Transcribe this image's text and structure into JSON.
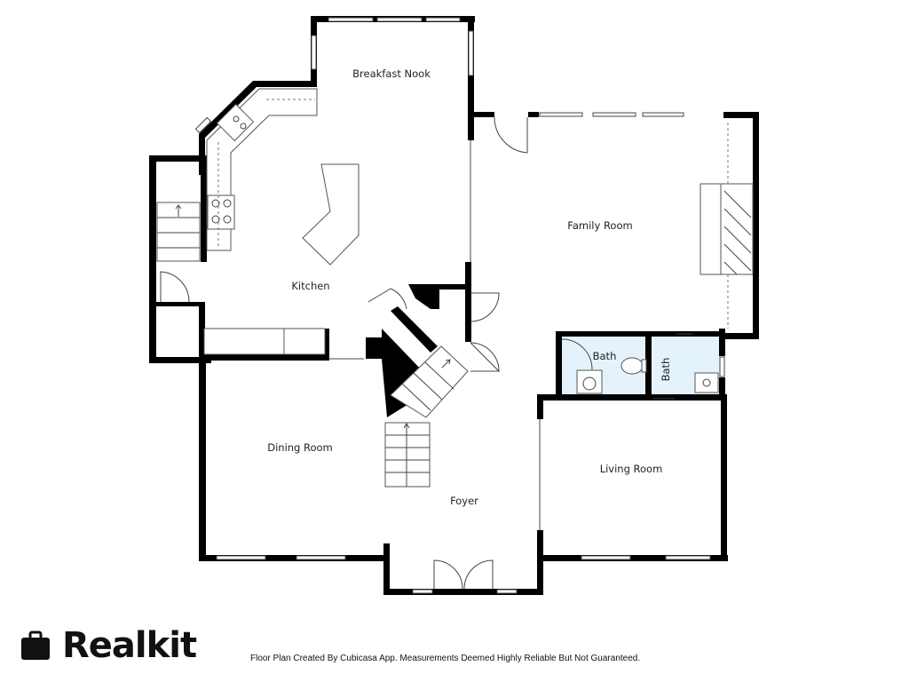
{
  "rooms": {
    "breakfast_nook": "Breakfast Nook",
    "family_room": "Family Room",
    "kitchen": "Kitchen",
    "bath_1": "Bath",
    "bath_2": "Bath",
    "dining_room": "Dining Room",
    "living_room": "Living Room",
    "foyer": "Foyer"
  },
  "footer": {
    "brand": "Realkit",
    "disclaimer": "Floor Plan Created By Cubicasa App. Measurements Deemed Highly Reliable But Not Guaranteed."
  },
  "colors": {
    "wall": "#000000",
    "bath_fill": "#e4f3fb"
  },
  "icons": [
    "briefcase-icon",
    "stair-arrow-icon"
  ]
}
